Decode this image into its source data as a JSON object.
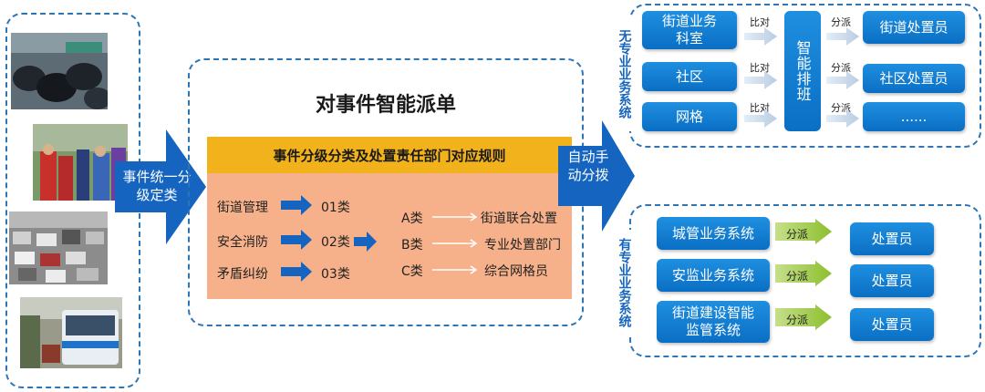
{
  "left_panel": {
    "photos": [
      "flooded street",
      "rescue workers in rain",
      "traffic jam",
      "bus on street"
    ]
  },
  "big_arrow_1": {
    "label": "事件统一分级定类"
  },
  "center": {
    "title": "对事件智能派单",
    "rules_header": "事件分级分类及处置责任部门对应规则",
    "categories": [
      "街道管理",
      "安全消防",
      "矛盾纠纷"
    ],
    "classes": [
      "01类",
      "02类",
      "03类"
    ],
    "levels": [
      "A类",
      "B类",
      "C类"
    ],
    "handlers": [
      "街道联合处置",
      "专业处置部门",
      "综合网格员"
    ]
  },
  "big_arrow_2": {
    "label": "自动手动分拨"
  },
  "top_group": {
    "side_label": "无专业业务系统",
    "sources": [
      "街道业务科室",
      "社区",
      "网格"
    ],
    "compare_label": "比对",
    "scheduler": "智能排班",
    "assign_label": "分派",
    "targets": [
      "街道处置员",
      "社区处置员",
      "......"
    ]
  },
  "bottom_group": {
    "side_label": "有专业业务系统",
    "systems": [
      "城管业务系统",
      "安监业务系统",
      "街道建设智能监管系统"
    ],
    "assign_label": "分派",
    "targets": [
      "处置员",
      "处置员",
      "处置员"
    ]
  },
  "colors": {
    "primary_blue": "#0a6fc4",
    "dash_blue": "#2e75b6",
    "rules_header_bg": "#f2b21b",
    "rules_body_bg": "#f7b18a",
    "green_arrow": "#9bc93a"
  }
}
